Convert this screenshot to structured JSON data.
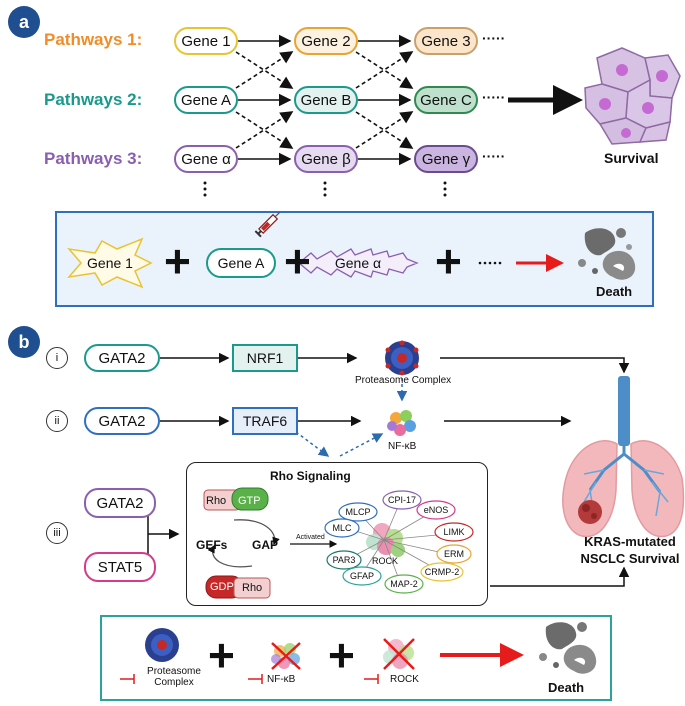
{
  "panel_a": {
    "badge": "a",
    "pathways": [
      {
        "label": "Pathways 1:",
        "color": "#f28c28",
        "genes": [
          "Gene 1",
          "Gene 2",
          "Gene 3"
        ],
        "fill": [
          "#ffffff",
          "#fdf1e0",
          "#fbe6cc"
        ],
        "stroke": "#e8c332"
      },
      {
        "label": "Pathways 2:",
        "color": "#1a9a8c",
        "genes": [
          "Gene A",
          "Gene B",
          "Gene C"
        ],
        "fill": [
          "#ffffff",
          "#e3f2ee",
          "#bfe0cc"
        ],
        "stroke": "#1a9a8c"
      },
      {
        "label": "Pathways 3:",
        "color": "#8a5fb0",
        "genes": [
          "Gene α",
          "Gene β",
          "Gene γ"
        ],
        "fill": [
          "#ffffff",
          "#e6daf0",
          "#c9b5e0"
        ],
        "stroke": "#8a5fb0"
      }
    ],
    "ellipsis": "·····",
    "survival_label": "Survival",
    "combo": {
      "items": [
        "Gene 1",
        "Gene A",
        "Gene α"
      ],
      "death_label": "Death"
    }
  },
  "panel_b": {
    "badge": "b",
    "rows": [
      {
        "roman": "i",
        "source": "GATA2",
        "target": "NRF1"
      },
      {
        "roman": "ii",
        "source": "GATA2",
        "target": "TRAF6"
      },
      {
        "roman": "iii",
        "sources": [
          "GATA2",
          "STAT5"
        ]
      }
    ],
    "proteasome_label": "Proteasome Complex",
    "nfkb_label": "NF-κB",
    "rho": {
      "title": "Rho Signaling",
      "rho_gtp": [
        "Rho",
        "GTP"
      ],
      "gdp_rho": [
        "GDP",
        "Rho"
      ],
      "gefs": "GEFs",
      "gap": "GAP",
      "activated": "Activated",
      "rock": "ROCK",
      "effectors": [
        "MLCP",
        "CPI-17",
        "eNOS",
        "MLC",
        "LIMK",
        "ERM",
        "PAR3",
        "CRMP-2",
        "GFAP",
        "MAP-2"
      ]
    },
    "outcome": [
      "KRAS-mutated",
      "NSCLC Survival"
    ],
    "inhibit": {
      "items": [
        "Proteasome Complex",
        "NF-κB",
        "ROCK"
      ],
      "death_label": "Death"
    }
  }
}
